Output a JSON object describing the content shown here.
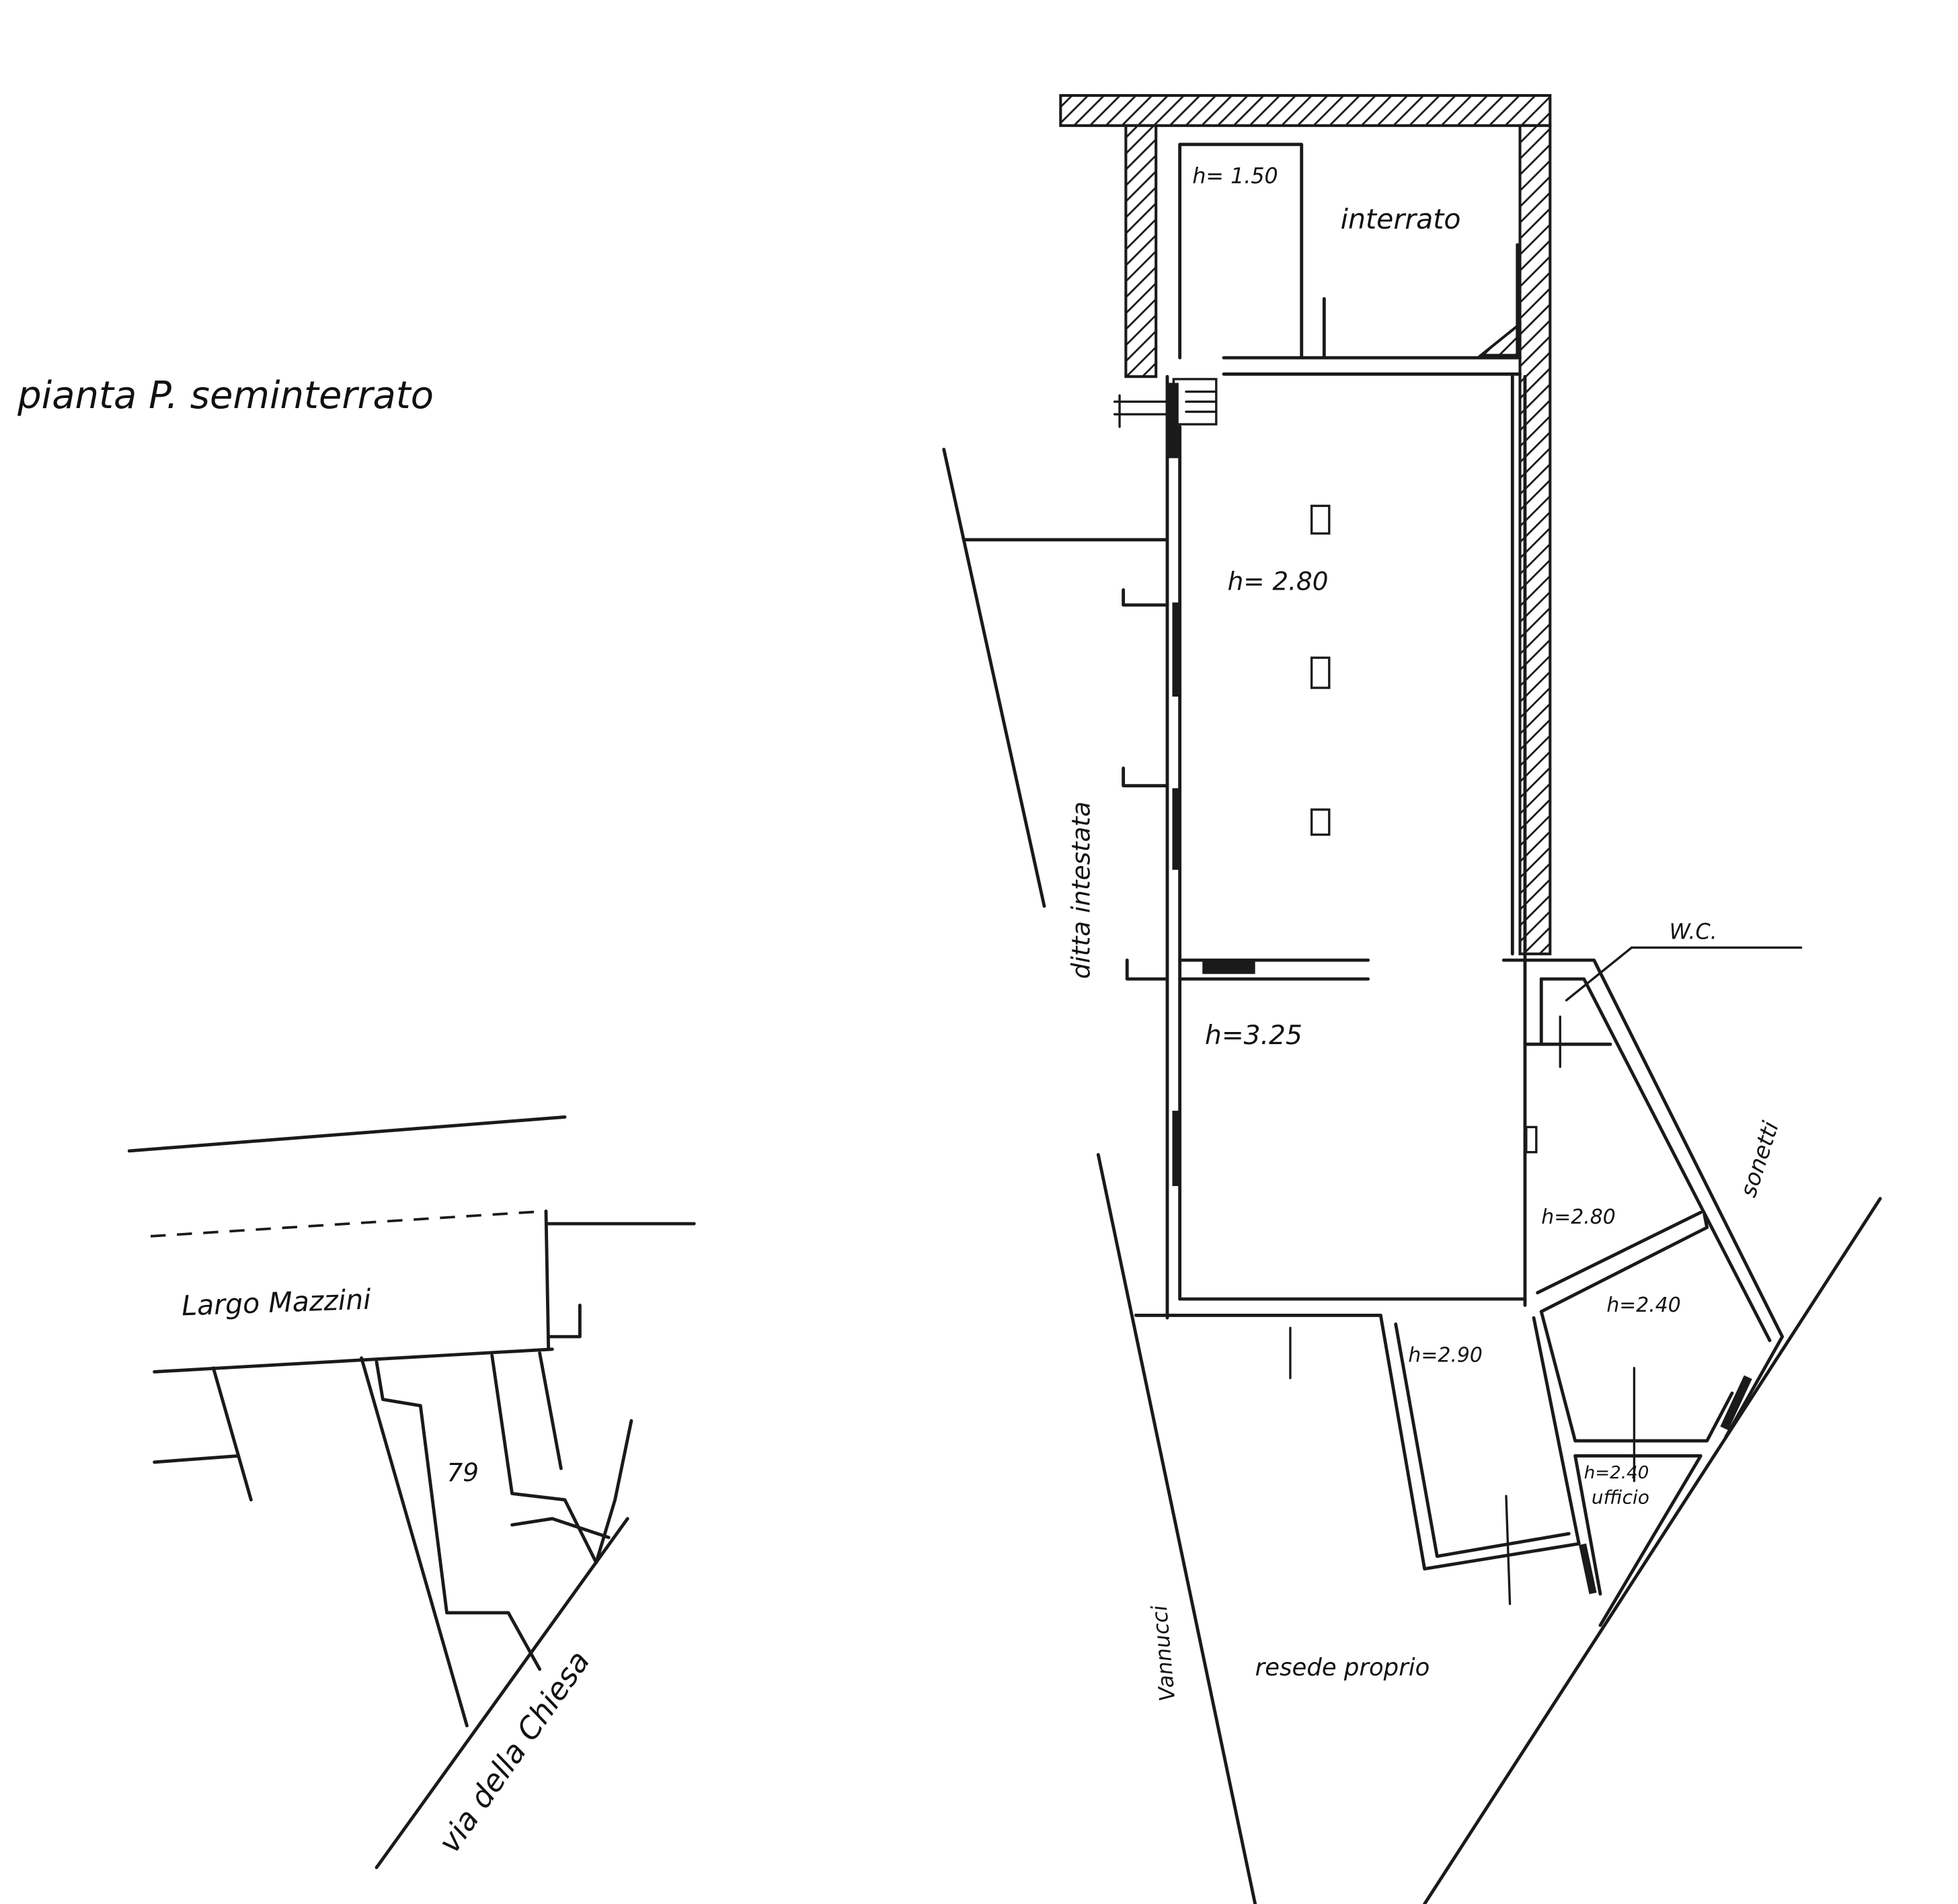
{
  "title": "pianta P. seminterrato",
  "rooms": {
    "h150": "h= 1.50",
    "interrato": "interrato",
    "h280_main": "h= 2.80",
    "h325": "h=3.25",
    "h280_side": "h=2.80",
    "h240": "h=2.40",
    "h290": "h=2.90",
    "h240_office": "h=2.40",
    "ufficio": "ufficio",
    "wc": "W.C."
  },
  "neighbors": {
    "ditta": "ditta intestata",
    "sonetti": "sonetti",
    "vannucci": "Vannucci",
    "resede": "resede proprio"
  },
  "location_map": {
    "square": "Largo Mazzini",
    "parcel": "79",
    "street": "via della Chiesa"
  }
}
